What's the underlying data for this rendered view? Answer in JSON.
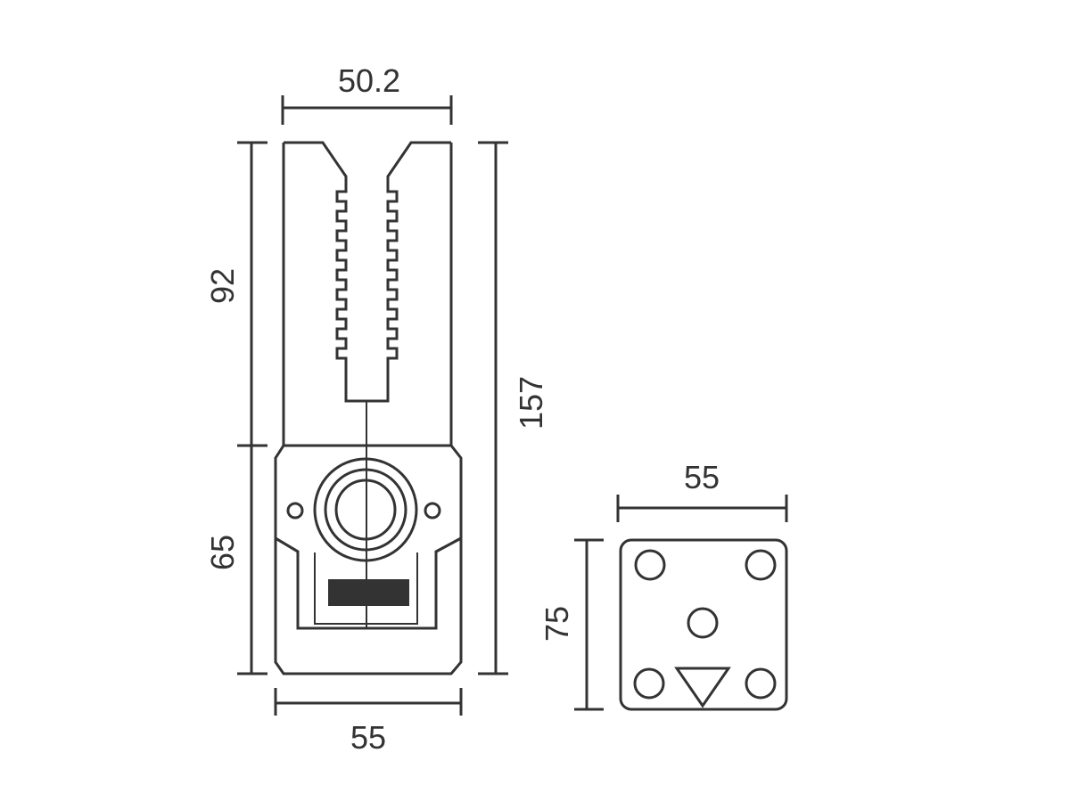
{
  "colors": {
    "line": "#333333",
    "background": "#ffffff",
    "label_block": "#333333"
  },
  "main_view": {
    "dimensions": {
      "top_width": "50.2",
      "upper_height": "92",
      "lower_height": "65",
      "total_height": "157",
      "bottom_width": "55"
    }
  },
  "side_view": {
    "dimensions": {
      "width": "55",
      "height": "75"
    }
  }
}
